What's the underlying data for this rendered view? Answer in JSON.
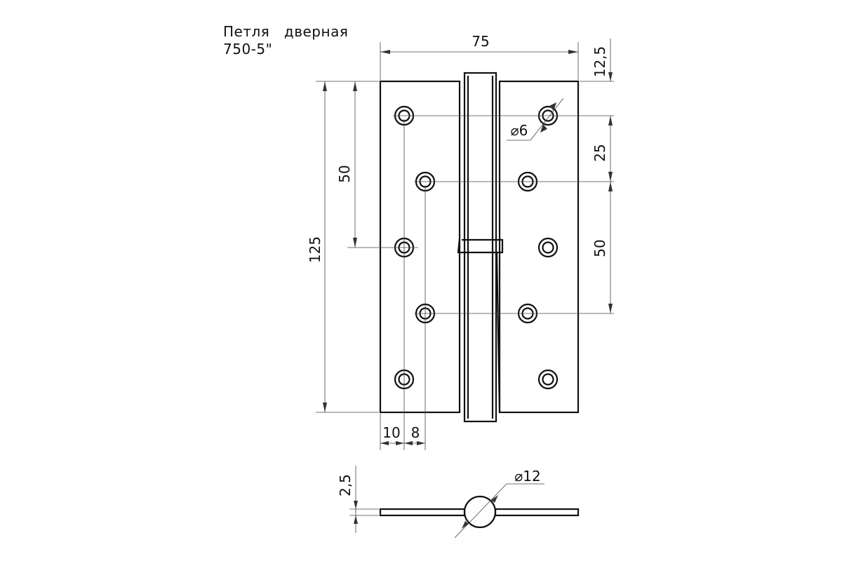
{
  "title": {
    "line1": "Петля   дверная",
    "line2": "750-5\""
  },
  "dimensions": {
    "width": "75",
    "top_offset": "12,5",
    "hole_spacing_25": "25",
    "hole_spacing_50_right": "50",
    "hole_spacing_50_left": "50",
    "height": "125",
    "edge_10": "10",
    "edge_8": "8",
    "hole_diameter": "⌀6",
    "thickness": "2,5",
    "knuckle_diameter": "⌀12"
  }
}
